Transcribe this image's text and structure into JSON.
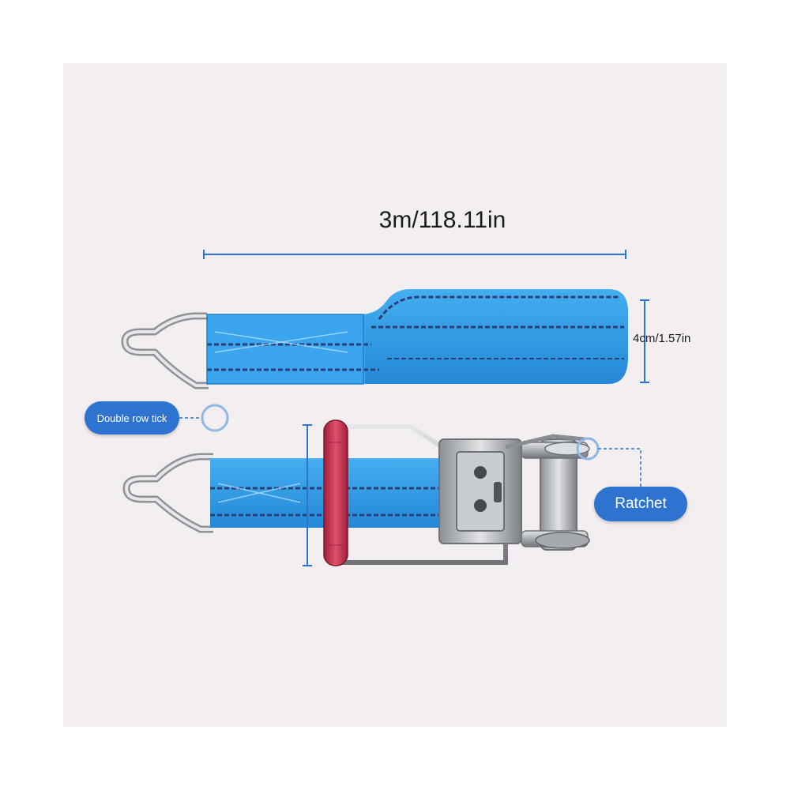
{
  "dimensions": {
    "length_label": "3m/118.11in",
    "width_label": "4cm/1.57in"
  },
  "callouts": {
    "double_row_tick": "Double row tick",
    "ratchet": "Ratchet"
  },
  "colors": {
    "background": "#f3eff0",
    "strap_blue": "#2f9be6",
    "strap_stripe": "#2a3f7a",
    "badge_blue": "#2d73cf",
    "dimension_line": "#2d73cf",
    "handle_red": "#c8324e",
    "metal": "#b9bcc0"
  }
}
